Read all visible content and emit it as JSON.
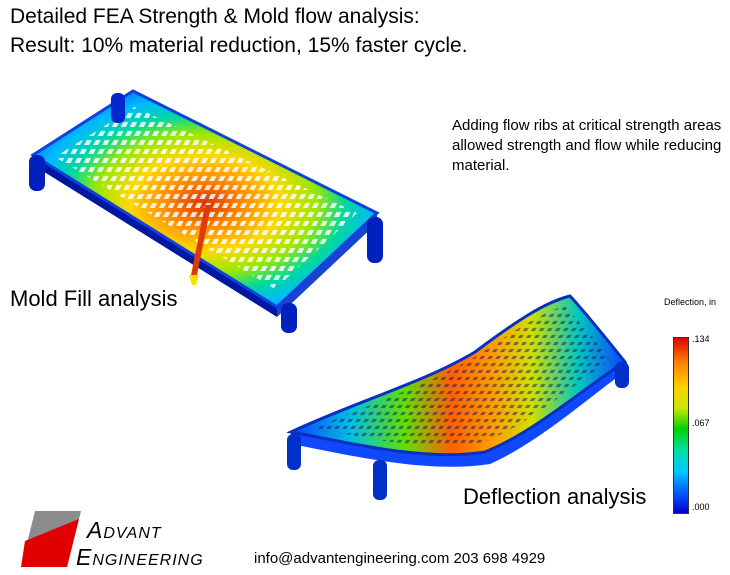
{
  "title": {
    "line1": "Detailed FEA Strength & Mold flow analysis:",
    "line2": "Result: 10% material reduction, 15% faster cycle."
  },
  "description": "Adding flow ribs at critical strength areas allowed strength and flow while reducing material.",
  "labels": {
    "mold_fill": "Mold Fill analysis",
    "deflection": "Deflection analysis"
  },
  "legend": {
    "title": "Deflection, in",
    "ticks": {
      "max": ".134",
      "mid": ".067",
      "min": ".000"
    }
  },
  "logo": {
    "word1": "Advant",
    "word2": "Engineering",
    "colors": {
      "accent": "#e00000",
      "gray": "#8c8c8c"
    }
  },
  "contact": "info@advantengineering.com 203 698 4929",
  "images": {
    "mold_fill": "mold-fill-color-map",
    "deflection": "deflection-color-map"
  }
}
